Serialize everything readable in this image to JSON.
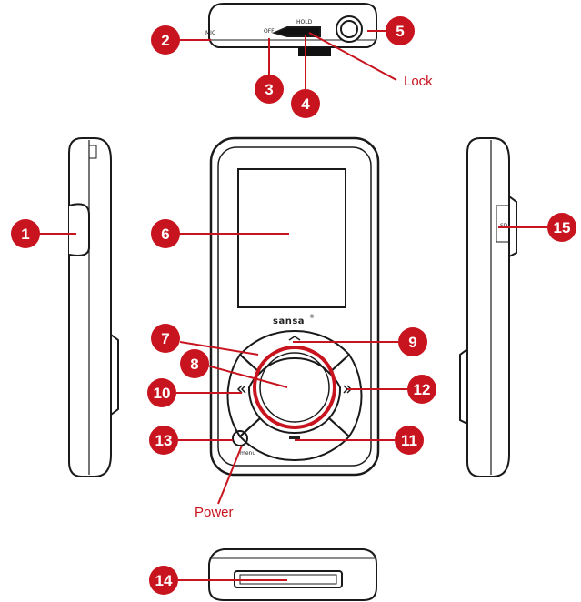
{
  "diagram": {
    "brand": "sansa",
    "brand_mark": "®",
    "callout_lock": "Lock",
    "callout_power": "Power",
    "label_menu": "menu",
    "label_hold": "HOLD",
    "label_off": "OFF",
    "label_mic": "MIC",
    "label_card": "SD",
    "markers": [
      "1",
      "2",
      "3",
      "4",
      "5",
      "6",
      "7",
      "8",
      "9",
      "10",
      "11",
      "12",
      "13",
      "14",
      "15"
    ],
    "colors": {
      "accent": "#c8141e",
      "line": "#1a1a1a",
      "body_fill": "#ffffff"
    }
  }
}
